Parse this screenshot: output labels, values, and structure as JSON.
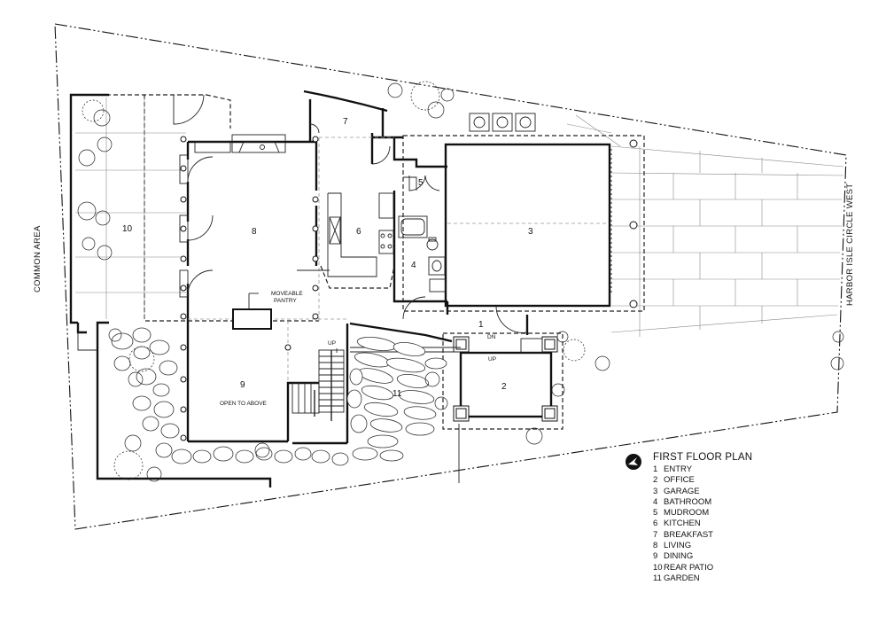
{
  "labels": {
    "common_area": "COMMON AREA",
    "street": "HARBOR ISLE CIRCLE WEST",
    "moveable_pantry_line1": "MOVEABLE",
    "moveable_pantry_line2": "PANTRY",
    "open_to_above": "OPEN TO ABOVE",
    "up_1": "UP",
    "up_2": "UP",
    "dn": "DN"
  },
  "room_numbers": {
    "entry": "1",
    "office": "2",
    "garage": "3",
    "bathroom": "4",
    "mudroom": "5",
    "kitchen": "6",
    "breakfast": "7",
    "living": "8",
    "dining": "9",
    "rear_patio": "10",
    "garden": "11"
  },
  "legend": {
    "title": "FIRST FLOOR PLAN",
    "items": [
      {
        "num": "1",
        "label": "ENTRY"
      },
      {
        "num": "2",
        "label": "OFFICE"
      },
      {
        "num": "3",
        "label": "GARAGE"
      },
      {
        "num": "4",
        "label": "BATHROOM"
      },
      {
        "num": "5",
        "label": "MUDROOM"
      },
      {
        "num": "6",
        "label": "KITCHEN"
      },
      {
        "num": "7",
        "label": "BREAKFAST"
      },
      {
        "num": "8",
        "label": "LIVING"
      },
      {
        "num": "9",
        "label": "DINING"
      },
      {
        "num": "10",
        "label": "REAR PATIO"
      },
      {
        "num": "11",
        "label": "GARDEN"
      }
    ]
  },
  "icons": {
    "north_arrow": "north-arrow-icon"
  },
  "colors": {
    "ink": "#111111",
    "paper": "#ffffff"
  }
}
